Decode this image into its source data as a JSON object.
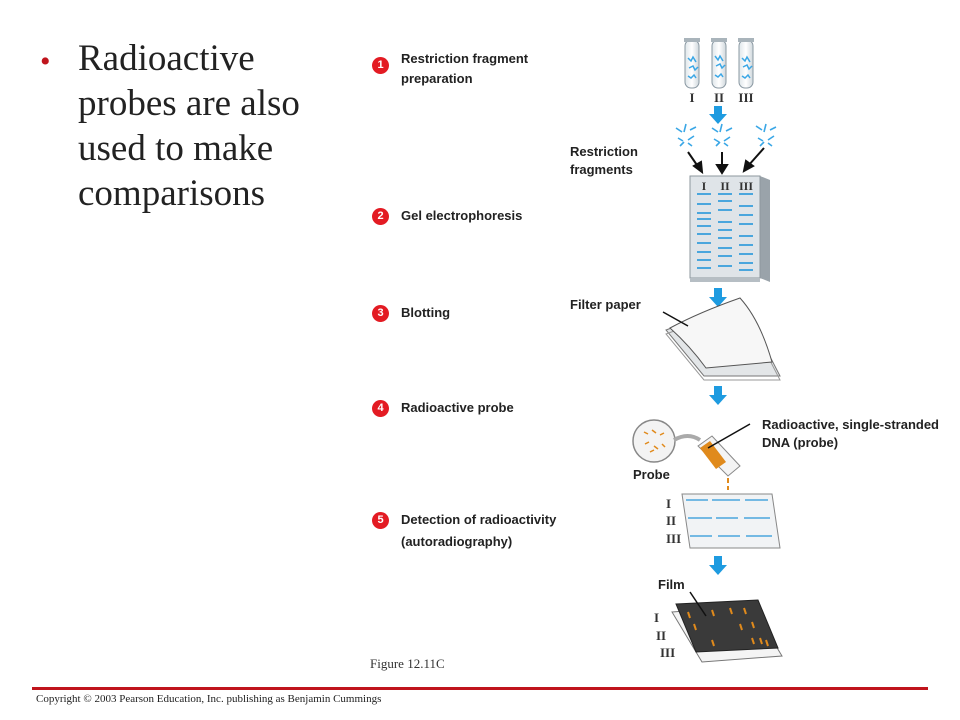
{
  "bullet": {
    "text": "Radioactive probes are also used to make comparisons"
  },
  "steps": [
    {
      "num": "1",
      "label": "Restriction fragment preparation"
    },
    {
      "num": "2",
      "label": "Gel electrophoresis"
    },
    {
      "num": "3",
      "label": "Blotting"
    },
    {
      "num": "4",
      "label": "Radioactive probe"
    },
    {
      "num": "5",
      "label": "Detection of radioactivity (autoradiography)"
    }
  ],
  "labels": {
    "restriction_fragments": "Restriction fragments",
    "filter_paper": "Filter paper",
    "probe_desc": "Radioactive, single-stranded DNA (probe)",
    "probe": "Probe",
    "film": "Film"
  },
  "lanes": [
    "I",
    "II",
    "III"
  ],
  "caption": "Figure 12.11C",
  "copyright": "Copyright © 2003 Pearson Education, Inc. publishing as Benjamin Cummings",
  "colors": {
    "accent": "#c0141c",
    "step_badge": "#e31b23",
    "arrow": "#1e9be0",
    "dna": "#3aa7e6",
    "probe": "#e08a1c",
    "film": "#3a3a3a"
  }
}
